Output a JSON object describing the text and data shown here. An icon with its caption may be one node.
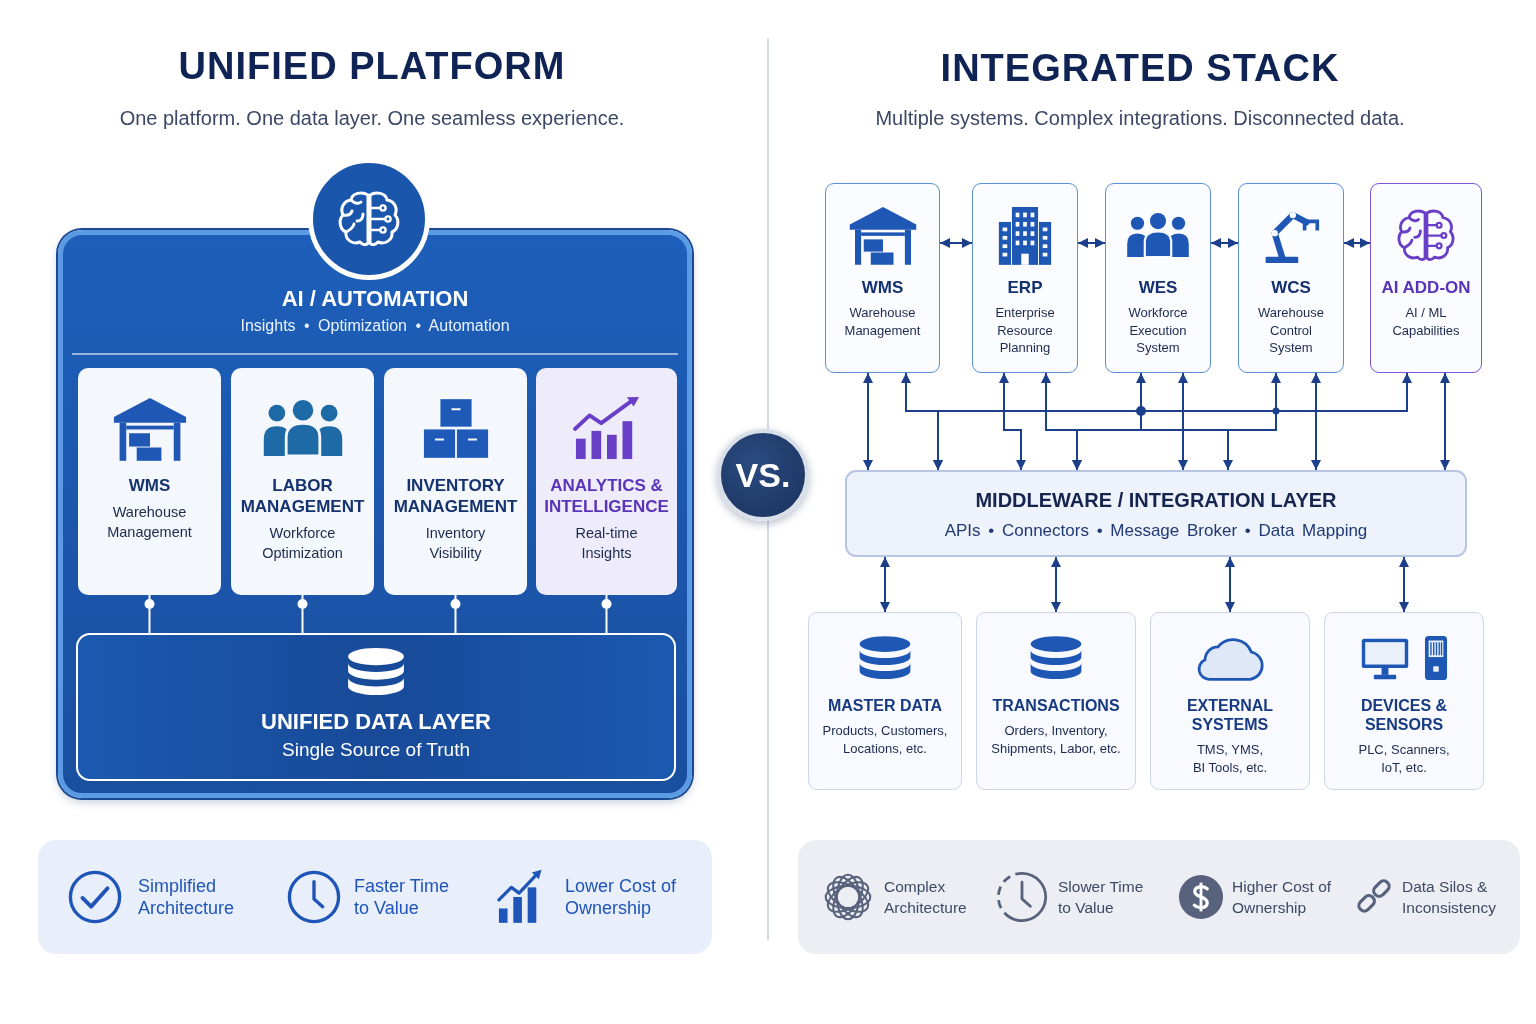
{
  "diagram": {
    "nodes": [
      {
        "text": [
          "AI / AUTOMATION",
          "Insights • Optimization • Automation"
        ]
      },
      {
        "text": [
          "WMS",
          "Warehouse Management"
        ],
        "in": 0
      },
      {
        "text": [
          "LABOR MANAGEMENT",
          "Workforce Optimization"
        ],
        "in": 0
      },
      {
        "text": [
          "INVENTORY MANAGEMENT",
          "Inventory Visibility"
        ],
        "in": 0
      },
      {
        "text": [
          "ANALYTICS & INTELLIGENCE",
          "Real-time Insights"
        ],
        "in": 0
      },
      {
        "text": [
          "UNIFIED DATA LAYER",
          "Single Source of Truth"
        ],
        "in": 0
      },
      {
        "text": [
          "Simplified Architecture",
          "Faster Time to Value",
          "Lower Cost of Ownership"
        ]
      },
      {
        "text": [
          "VS."
        ]
      },
      {
        "text": [
          "WMS",
          "Warehouse Management"
        ]
      },
      {
        "text": [
          "ERP",
          "Enterprise Resource Planning"
        ]
      },
      {
        "text": [
          "WES",
          "Workforce Execution System"
        ]
      },
      {
        "text": [
          "WCS",
          "Warehouse Control System"
        ]
      },
      {
        "text": [
          "AI ADD-ON",
          "AI / ML Capabilities"
        ]
      },
      {
        "text": [
          "MIDDLEWARE / INTEGRATION LAYER",
          "APIs • Connectors • Message Broker • Data Mapping"
        ]
      },
      {
        "text": [
          "MASTER DATA",
          "Products, Customers, Locations, etc."
        ]
      },
      {
        "text": [
          "TRANSACTIONS",
          "Orders, Inventory, Shipments, Labor, etc."
        ]
      },
      {
        "text": [
          "EXTERNAL SYSTEMS",
          "TMS, YMS, BI Tools, etc."
        ]
      },
      {
        "text": [
          "DEVICES & SENSORS",
          "PLC, Scanners, IoT, etc."
        ]
      },
      {
        "text": [
          "Complex Architecture",
          "Slower Time to Value",
          "Higher Cost of Ownership",
          "Data Silos & Inconsistency"
        ]
      }
    ],
    "edges": [
      {
        "from": 1,
        "to": 5,
        "arrow": "other",
        "color": "#ffffff"
      },
      {
        "from": 2,
        "to": 5,
        "arrow": "other",
        "color": "#ffffff"
      },
      {
        "from": 3,
        "to": 5,
        "arrow": "other",
        "color": "#ffffff"
      },
      {
        "from": 4,
        "to": 5,
        "arrow": "other",
        "color": "#ffffff"
      },
      {
        "from": 8,
        "to": 9,
        "arrow": "both"
      },
      {
        "from": 9,
        "to": 10,
        "arrow": "both"
      },
      {
        "from": 10,
        "to": 11,
        "arrow": "both"
      },
      {
        "from": 11,
        "to": 12,
        "arrow": "both"
      },
      {
        "from": 8,
        "to": 13,
        "arrow": "both"
      },
      {
        "from": 8,
        "to": 13,
        "arrow": "both"
      },
      {
        "from": 9,
        "to": 13,
        "arrow": "both"
      },
      {
        "from": 9,
        "to": 13,
        "arrow": "both"
      },
      {
        "from": 10,
        "to": 13,
        "arrow": "both"
      },
      {
        "from": 10,
        "to": 13,
        "arrow": "both"
      },
      {
        "from": 11,
        "to": 13,
        "arrow": "both"
      },
      {
        "from": 11,
        "to": 13,
        "arrow": "both"
      },
      {
        "from": 12,
        "to": 13,
        "arrow": "both"
      },
      {
        "from": 12,
        "to": 13,
        "arrow": "both"
      },
      {
        "from": 13,
        "to": 14,
        "arrow": "both"
      },
      {
        "from": 13,
        "to": 15,
        "arrow": "both"
      },
      {
        "from": 13,
        "to": 16,
        "arrow": "both"
      },
      {
        "from": 13,
        "to": 17,
        "arrow": "both"
      }
    ],
    "labels": [
      "UNIFIED PLATFORM",
      "One platform. One data layer. One seamless experience.",
      "INTEGRATED STACK",
      "Multiple systems. Complex integrations. Disconnected data."
    ]
  }
}
